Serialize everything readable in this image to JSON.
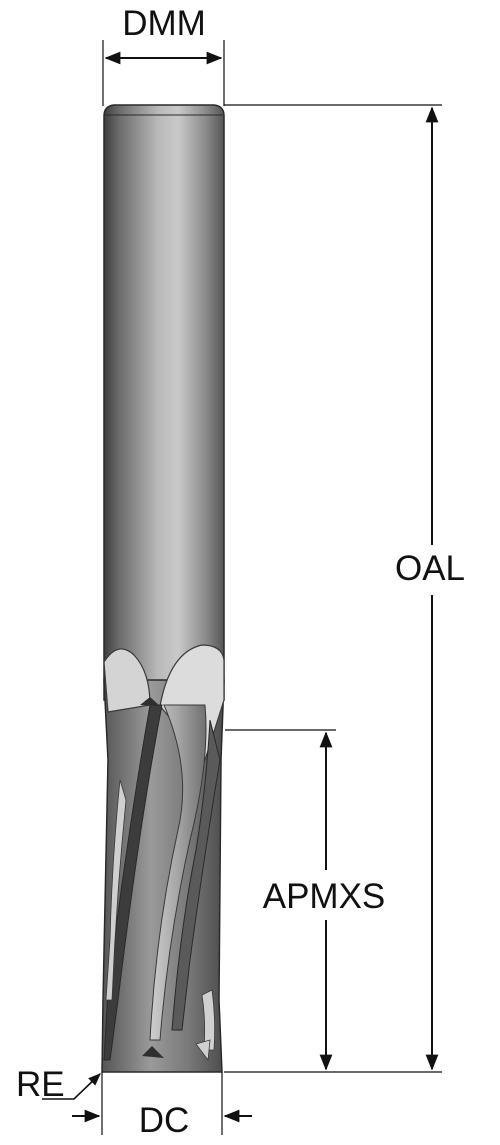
{
  "labels": {
    "dmm": "DMM",
    "oal": "OAL",
    "apmxs": "APMXS",
    "re": "RE",
    "dc": "DC"
  },
  "colors": {
    "line": "#111111",
    "tool_dark": "#4a4a4a",
    "tool_light": "#b8b8b8",
    "background": "#ffffff"
  }
}
